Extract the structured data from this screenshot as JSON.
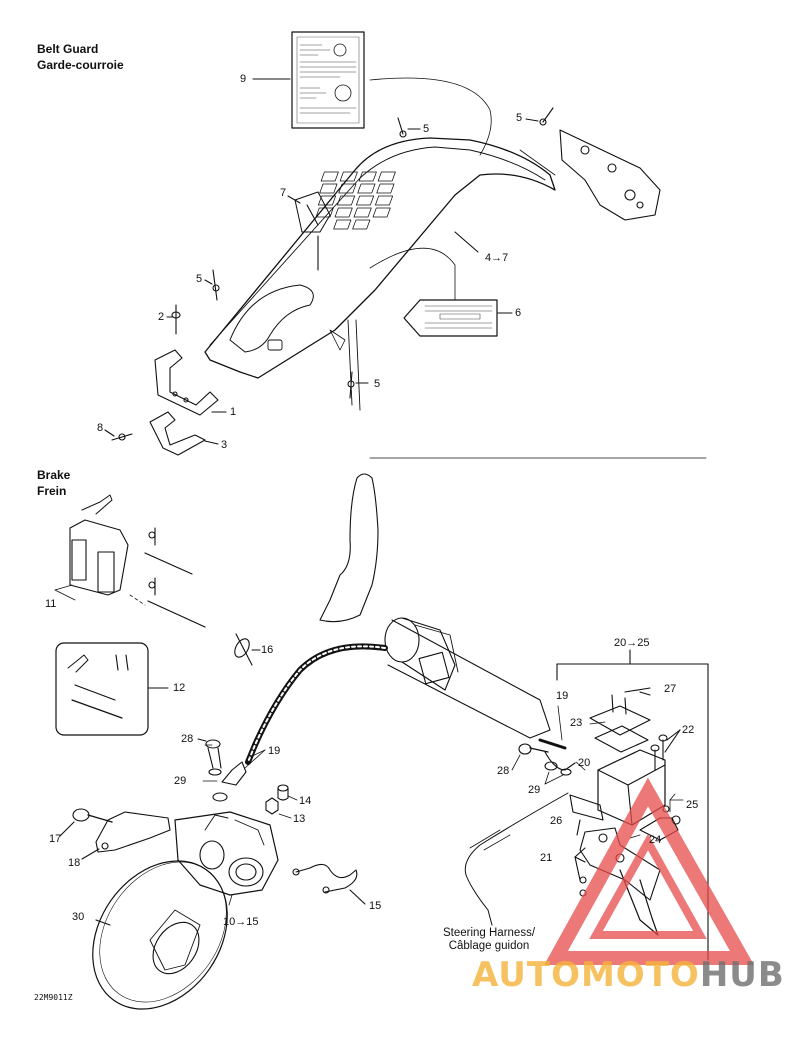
{
  "sections": {
    "belt_guard": {
      "title_en": "Belt Guard",
      "title_fr": "Garde-courroie"
    },
    "brake": {
      "title_en": "Brake",
      "title_fr": "Frein"
    }
  },
  "callouts": {
    "c9": "9",
    "c5a": "5",
    "c5b": "5",
    "c7": "7",
    "c5c": "5",
    "c4_7": "4→7",
    "c2": "2",
    "c6": "6",
    "c5d": "5",
    "c1": "1",
    "c8": "8",
    "c3": "3",
    "c11": "11",
    "c16": "16",
    "c12": "12",
    "c20_25": "20→25",
    "c19a": "19",
    "c27": "27",
    "c23": "23",
    "c22": "22",
    "c28a": "28",
    "c19b": "19",
    "c20": "20",
    "c28b": "28",
    "c29a": "29",
    "c29b": "29",
    "c14": "14",
    "c25": "25",
    "c13": "13",
    "c17": "17",
    "c26": "26",
    "c24": "24",
    "c18": "18",
    "c21": "21",
    "c30": "30",
    "c10_15": "10→15",
    "c15": "15"
  },
  "steering_harness": {
    "line_en": "Steering Harness/",
    "line_fr": "Câblage guidon"
  },
  "drawing_code": "22M9011Z",
  "watermark": {
    "part1": "AUTOMOTO",
    "part2": "HUB",
    "color1": "#f5b33a",
    "color2": "#6f6f6f",
    "logo_color": "#e84b4b"
  }
}
